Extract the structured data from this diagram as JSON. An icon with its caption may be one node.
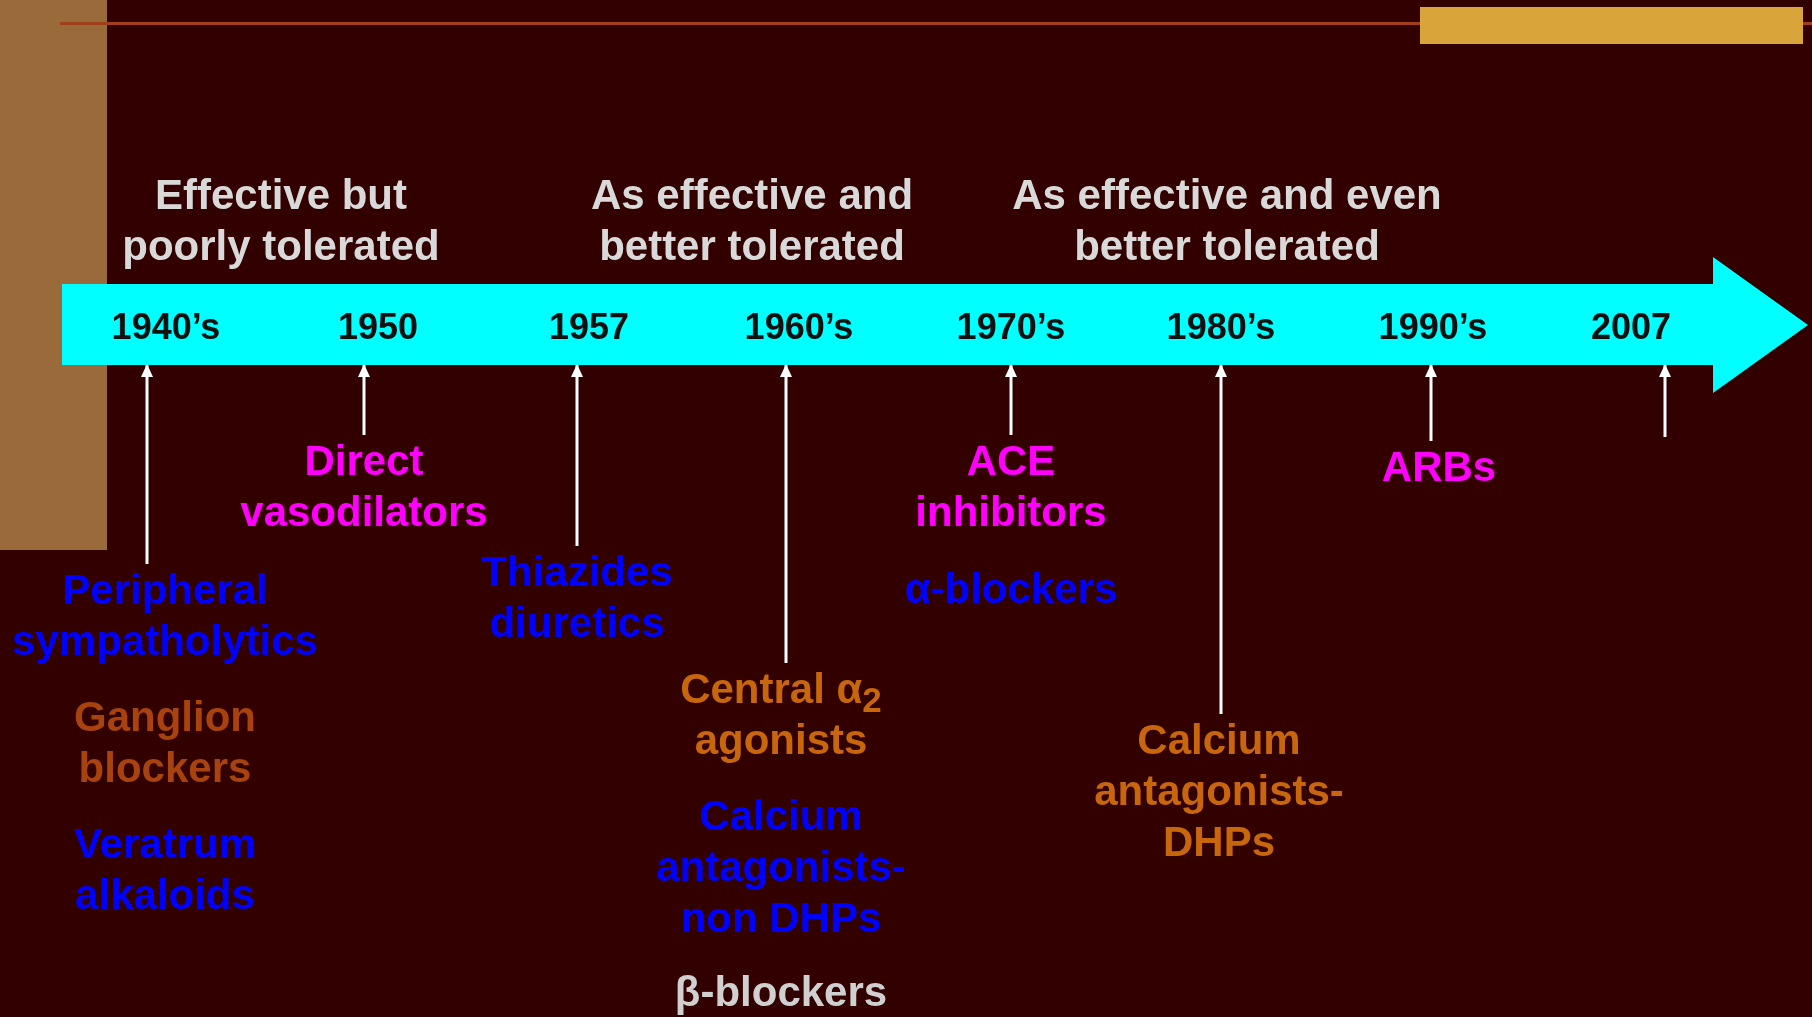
{
  "diagram": {
    "nodes": [
      {
        "text": [],
        "shape": "arrow"
      },
      {
        "text": [
          "1940’s"
        ],
        "in": 0
      },
      {
        "text": [
          "1950"
        ],
        "in": 0
      },
      {
        "text": [
          "1957"
        ],
        "in": 0
      },
      {
        "text": [
          "1960’s"
        ],
        "in": 0
      },
      {
        "text": [
          "1970’s"
        ],
        "in": 0
      },
      {
        "text": [
          "1980’s"
        ],
        "in": 0
      },
      {
        "text": [
          "1990’s"
        ],
        "in": 0
      },
      {
        "text": [
          "2007"
        ],
        "in": 0
      },
      {
        "text": [
          "Peripheral sympatholytics"
        ]
      },
      {
        "text": [
          "Direct vasodilators"
        ]
      },
      {
        "text": [
          "Thiazides diuretics"
        ]
      },
      {
        "text": [
          "Central α$_{2}$ agonists"
        ]
      },
      {
        "text": [
          "ACE inhibitors"
        ]
      },
      {
        "text": [
          "Calcium antagonists- DHPs"
        ]
      },
      {
        "text": [
          "ARBs"
        ]
      }
    ],
    "edges": [
      {
        "from": 9,
        "to": 1,
        "arrow": "to"
      },
      {
        "from": 10,
        "to": 2,
        "arrow": "to"
      },
      {
        "from": 11,
        "to": 3,
        "arrow": "to"
      },
      {
        "from": 12,
        "to": 4,
        "arrow": "to"
      },
      {
        "from": 13,
        "to": 5,
        "arrow": "to"
      },
      {
        "from": 14,
        "to": 6,
        "arrow": "to"
      },
      {
        "from": 15,
        "to": 7,
        "arrow": "to"
      },
      {
        "from": null,
        "to": 8,
        "arrow": "to"
      }
    ],
    "labels": [
      "Effective but poorly tolerated",
      "As effective and better tolerated",
      "As effective and even better tolerated",
      "Ganglion blockers",
      "Veratrum alkaloids",
      "α-blockers",
      "Calcium antagonists- non DHPs",
      "β-blockers"
    ]
  }
}
